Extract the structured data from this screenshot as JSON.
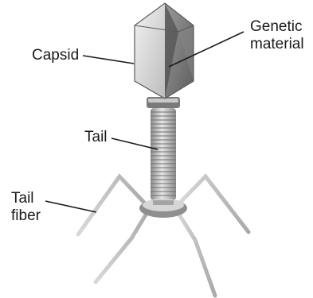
{
  "labels": {
    "capsid": "Capsid",
    "genetic_material_line1": "Genetic",
    "genetic_material_line2": "material",
    "tail": "Tail",
    "tail_fiber_line1": "Tail",
    "tail_fiber_line2": "fiber"
  },
  "colors": {
    "text": "#1a1a1a",
    "leader_line": "#1a1a1a",
    "capsid_light": "#e8e8e8",
    "capsid_dark": "#6d6d6d",
    "tail_metal": "#b5b5b5",
    "fiber": "#c8c8c8"
  }
}
